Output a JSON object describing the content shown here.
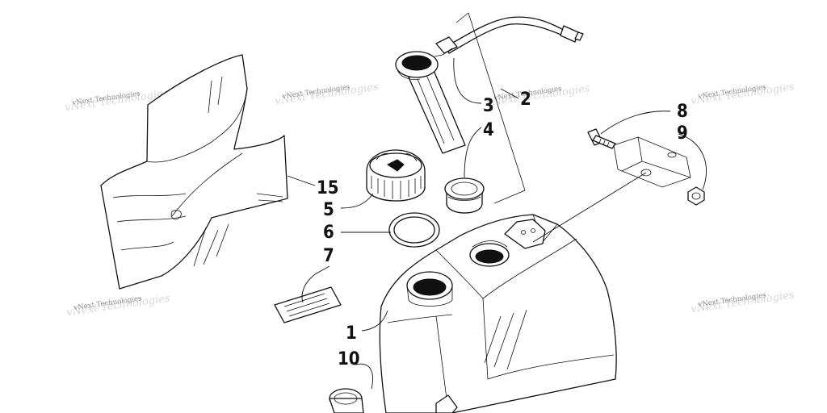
{
  "watermark": "vNext Technologies",
  "callouts": {
    "c1": "1",
    "c2": "2",
    "c3": "3",
    "c4": "4",
    "c5": "5",
    "c6": "6",
    "c7": "7",
    "c8": "8",
    "c9": "9",
    "c10": "10",
    "c15": "15"
  }
}
